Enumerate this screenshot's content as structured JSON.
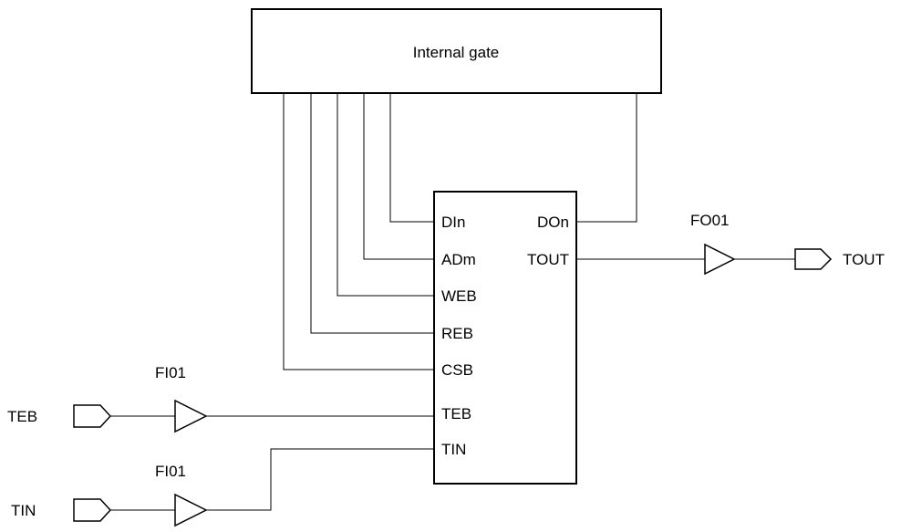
{
  "internal_gate": {
    "label": "Internal gate"
  },
  "block": {
    "left_pins": [
      "DIn",
      "ADm",
      "WEB",
      "REB",
      "CSB",
      "TEB",
      "TIN"
    ],
    "right_pins": [
      "DOn",
      "TOUT"
    ]
  },
  "buffers": {
    "input_teb": "FI01",
    "input_tin": "FI01",
    "output_tout": "FO01"
  },
  "ports": {
    "teb_in": "TEB",
    "tin_in": "TIN",
    "tout_out": "TOUT"
  }
}
